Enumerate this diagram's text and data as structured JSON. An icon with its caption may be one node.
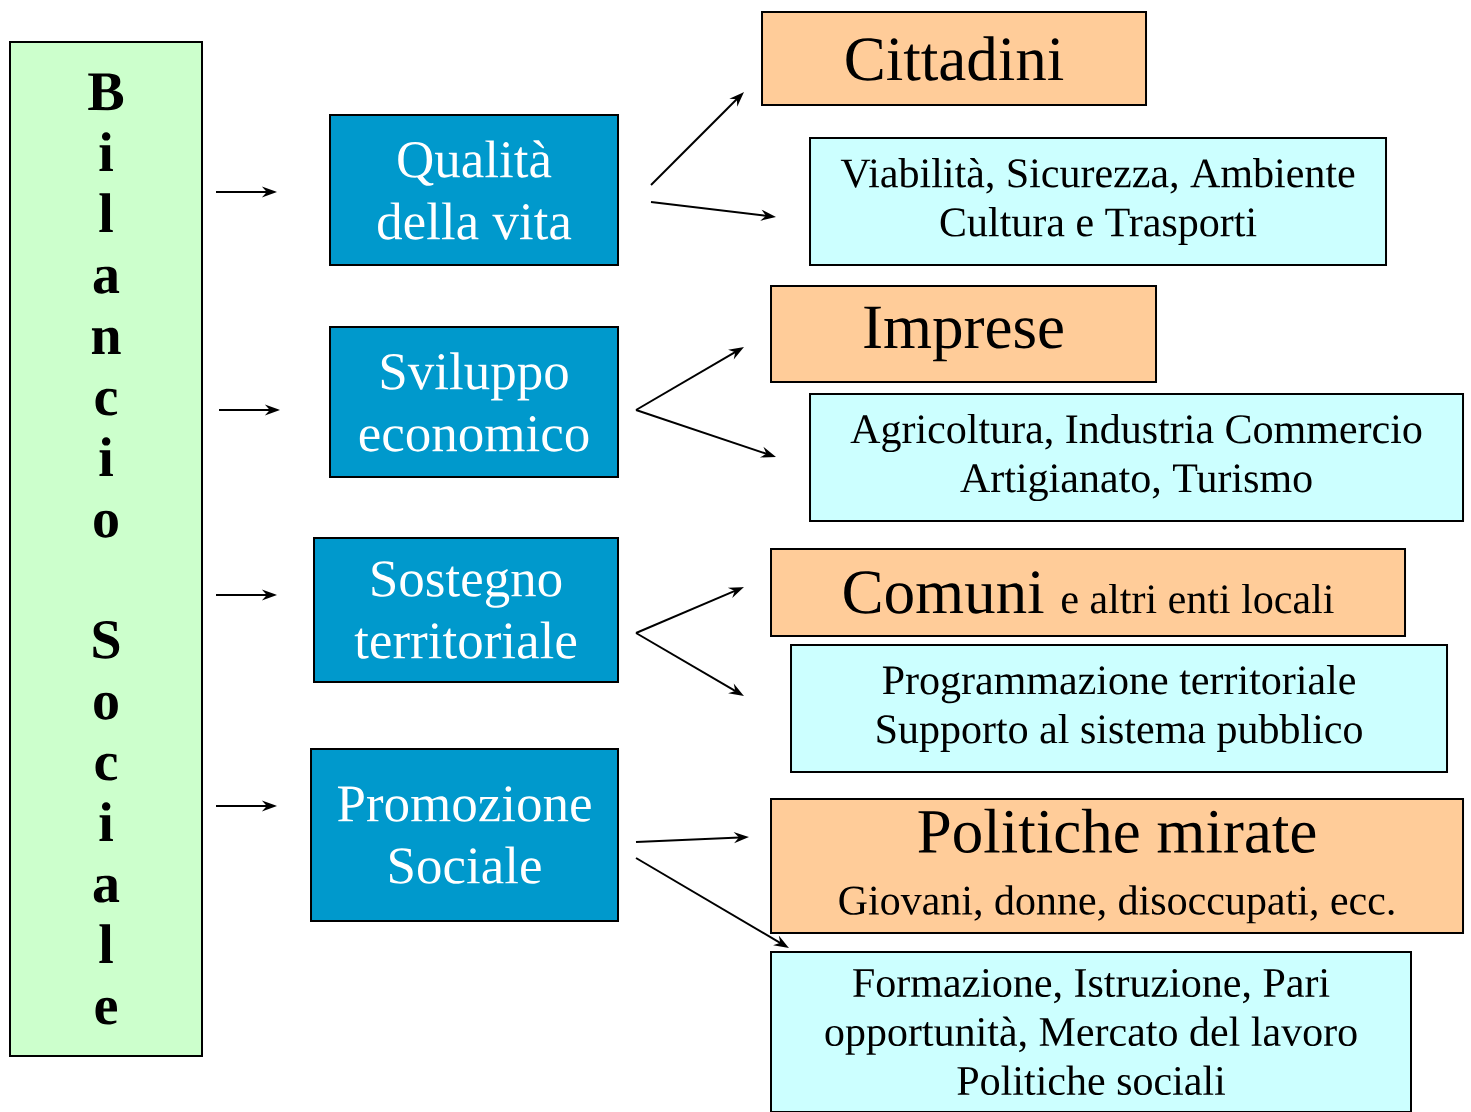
{
  "diagram": {
    "nodes": [
      {
        "text": [
          "Bilancio Sociale"
        ]
      },
      {
        "text": [
          "Qualità della vita"
        ]
      },
      {
        "text": [
          "Cittadini"
        ]
      },
      {
        "text": [
          "Viabilità, Sicurezza, Ambiente Cultura e Trasporti"
        ]
      },
      {
        "text": [
          "Sviluppo economico"
        ]
      },
      {
        "text": [
          "Imprese"
        ]
      },
      {
        "text": [
          "Agricoltura, Industria Commercio Artigianato, Turismo"
        ]
      },
      {
        "text": [
          "Sostegno territoriale"
        ]
      },
      {
        "text": [
          "Comuni",
          "e altri enti  locali"
        ]
      },
      {
        "text": [
          "Programmazione territoriale Supporto al sistema pubblico"
        ]
      },
      {
        "text": [
          "Promozione Sociale"
        ]
      },
      {
        "text": [
          "Politiche mirate",
          "Giovani, donne, disoccupati, ecc."
        ]
      },
      {
        "text": [
          "Formazione, Istruzione, Pari opportunità, Mercato del lavoro Politiche sociali"
        ]
      }
    ],
    "edges": [
      {
        "from": 0,
        "to": 1,
        "arrow": "to"
      },
      {
        "from": 0,
        "to": 4,
        "arrow": "to"
      },
      {
        "from": 0,
        "to": 7,
        "arrow": "to"
      },
      {
        "from": 0,
        "to": 10,
        "arrow": "to"
      },
      {
        "from": 1,
        "to": 2,
        "arrow": "to"
      },
      {
        "from": 1,
        "to": 3,
        "arrow": "to"
      },
      {
        "from": 4,
        "to": 5,
        "arrow": "to"
      },
      {
        "from": 4,
        "to": 6,
        "arrow": "to"
      },
      {
        "from": 7,
        "to": 8,
        "arrow": "to"
      },
      {
        "from": 7,
        "to": 9,
        "arrow": "to"
      },
      {
        "from": 10,
        "to": 11,
        "arrow": "to"
      },
      {
        "from": 10,
        "to": 12,
        "arrow": "to"
      }
    ]
  }
}
